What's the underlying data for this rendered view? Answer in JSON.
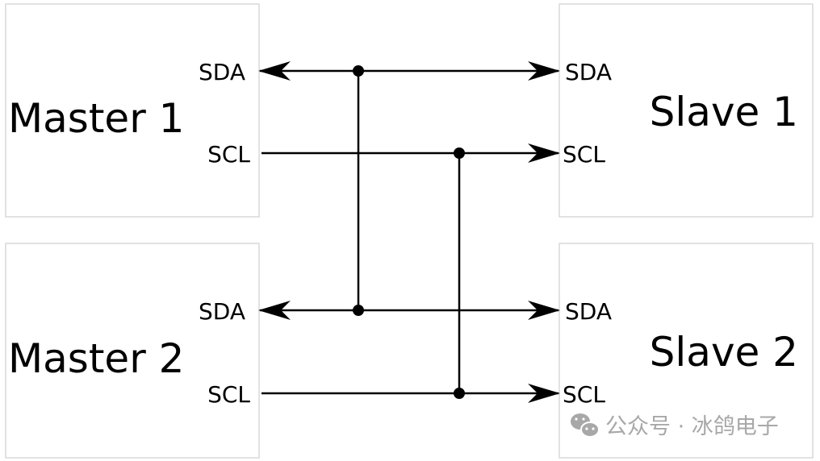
{
  "devices": {
    "master1": {
      "label": "Master 1",
      "sda": "SDA",
      "scl": "SCL"
    },
    "master2": {
      "label": "Master 2",
      "sda": "SDA",
      "scl": "SCL"
    },
    "slave1": {
      "label": "Slave 1",
      "sda": "SDA",
      "scl": "SCL"
    },
    "slave2": {
      "label": "Slave 2",
      "sda": "SDA",
      "scl": "SCL"
    }
  },
  "watermark": {
    "text": "公众号 · 冰鸽电子",
    "icon": "wechat-icon"
  }
}
